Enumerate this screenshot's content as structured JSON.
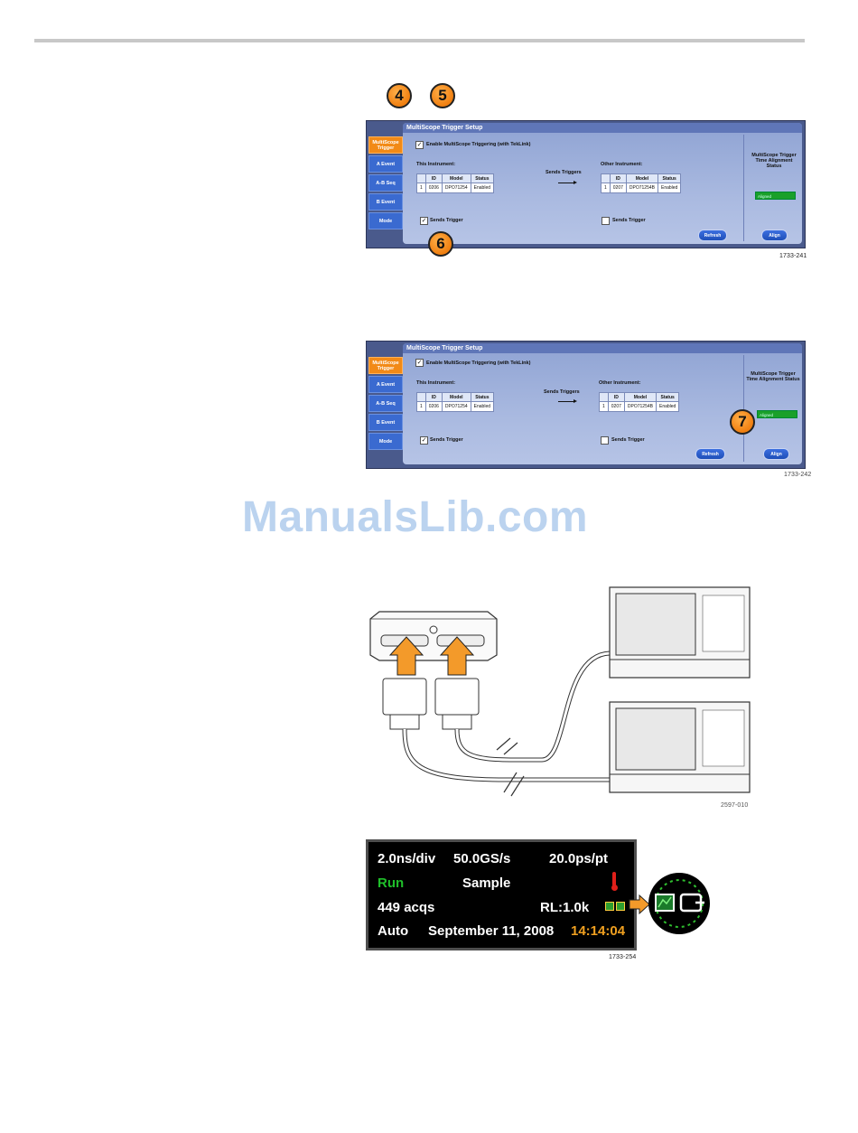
{
  "panel1": {
    "title": "MultiScope Trigger Setup",
    "tabs": [
      "MultiScope Trigger",
      "A Event",
      "A-B Seq",
      "B Event",
      "Mode"
    ],
    "enable_label": "Enable MultiScope Triggering (with TekLink)",
    "this_instrument": "This Instrument:",
    "other_instrument": "Other Instrument:",
    "sends_triggers": "Sends Triggers",
    "headers": [
      "ID",
      "Model",
      "Status"
    ],
    "this_row": [
      "1",
      "0206",
      "DPO71254",
      "Enabled"
    ],
    "other_row": [
      "1",
      "0207",
      "DPO71254B",
      "Enabled"
    ],
    "sends_trigger_left": "Sends Trigger",
    "sends_trigger_right": "Sends Trigger",
    "refresh": "Refresh",
    "status_title": "MultiScope Trigger Time Alignment Status",
    "status_value": "Aligned",
    "align": "Align",
    "figure_id": "1733-241",
    "callouts": [
      "4",
      "5",
      "6"
    ]
  },
  "panel2": {
    "title": "MultiScope Trigger Setup",
    "tabs": [
      "MultiScope Trigger",
      "A Event",
      "A-B Seq",
      "B Event",
      "Mode"
    ],
    "enable_label": "Enable MultiScope Triggering (with TekLink)",
    "this_instrument": "This Instrument:",
    "other_instrument": "Other Instrument:",
    "sends_triggers": "Sends Triggers",
    "headers": [
      "ID",
      "Model",
      "Status"
    ],
    "this_row": [
      "1",
      "0206",
      "DPO71254",
      "Enabled"
    ],
    "other_row": [
      "1",
      "0207",
      "DPO71254B",
      "Enabled"
    ],
    "sends_trigger_left": "Sends Trigger",
    "sends_trigger_right": "Sends Trigger",
    "refresh": "Refresh",
    "status_title": "MultiScope Trigger Time Alignment Status",
    "status_value": "Aligned",
    "align": "Align",
    "figure_id": "1733-242",
    "callouts": [
      "7"
    ]
  },
  "watermark": "ManualsLib.com",
  "diagram_id": "2597-010",
  "readout": {
    "timebase": "2.0ns/div",
    "sample_rate": "50.0GS/s",
    "resolution": "20.0ps/pt",
    "run_state": "Run",
    "mode": "Sample",
    "acqs": "449 acqs",
    "record_length": "RL:1.0k",
    "trigger_mode": "Auto",
    "date": "September 11, 2008",
    "time": "14:14:04",
    "figure_id": "1733-254"
  },
  "colors": {
    "tab": "#3a6ad0",
    "tab_active": "#f28a17",
    "callout": "#f07f10",
    "run": "#1fbf2a",
    "time": "#f0a020",
    "aligned": "#1aa02a"
  }
}
